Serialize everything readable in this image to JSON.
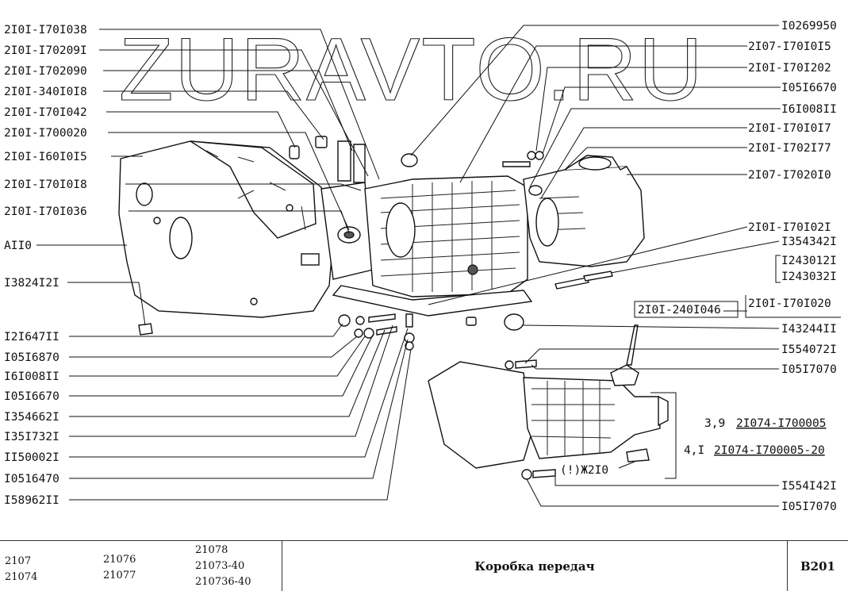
{
  "watermark": "ZURAVTO.RU",
  "labels_left": [
    "2I0I-I70I038",
    "2I0I-I70209I",
    "2I0I-I702090",
    "2I0I-340I0I8",
    "2I0I-I70I042",
    "2I0I-I700020",
    "2I0I-I60I0I5",
    "2I0I-I70I0I8",
    "2I0I-I70I036",
    "AII0",
    "I3824I2I",
    "I2I647II",
    "I05I6870",
    "I6I008II",
    "I05I6670",
    "I354662I",
    "I35I732I",
    "II50002I",
    "I0516470",
    "I58962II"
  ],
  "labels_right": [
    "I0269950",
    "2I07-I70I0I5",
    "2I0I-I70I202",
    "I05I6670",
    "I6I008II",
    "2I0I-I70I0I7",
    "2I0I-I702I77",
    "2I07-I7020I0",
    "2I0I-I70I02I",
    "I354342I",
    "I243012I",
    "I243032I",
    "2I0I-I70I020",
    "I43244II",
    "I554072I",
    "I05I7070",
    "I554I42I",
    "I05I7070"
  ],
  "label_center": "2I0I-240I046",
  "variants": [
    {
      "ratio": "3,9",
      "code": "2I074-I700005"
    },
    {
      "ratio": "4,I",
      "code": "2I074-I700005-20"
    }
  ],
  "note_label": "(!)Ж2I0",
  "footer": {
    "models": [
      "2107",
      "21074",
      "21076",
      "21077",
      "21078",
      "21073-40",
      "210736-40"
    ],
    "title": "Коробка передач",
    "code": "B201"
  }
}
